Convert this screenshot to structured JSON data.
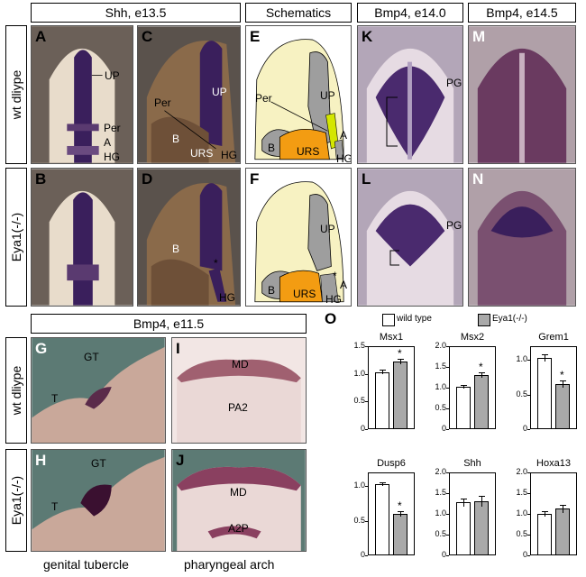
{
  "headers": {
    "shh": "Shh, e13.5",
    "schematics": "Schematics",
    "bmp4_e14": "Bmp4, e14.0",
    "bmp4_e145": "Bmp4, e14.5",
    "bmp4_e115": "Bmp4, e11.5"
  },
  "row_labels": {
    "wt_top": "wt dliype",
    "ko_top": "Eya1(-/-)",
    "wt_bottom": "wt dliype",
    "ko_bottom": "Eya1(-/-)"
  },
  "panels": {
    "A": {
      "letter": "A",
      "labels": [
        "UP",
        "Per",
        "A",
        "HG"
      ]
    },
    "B": {
      "letter": "B"
    },
    "C": {
      "letter": "C",
      "labels": [
        "UP",
        "Per",
        "B",
        "URS",
        "HG"
      ]
    },
    "D": {
      "letter": "D",
      "labels": [
        "B",
        "*",
        "HG"
      ]
    },
    "E": {
      "letter": "E",
      "labels": [
        "Per",
        "UP",
        "B",
        "URS",
        "A",
        "HG"
      ]
    },
    "F": {
      "letter": "F",
      "labels": [
        "UP",
        "*",
        "A",
        "B",
        "URS",
        "HG"
      ]
    },
    "K": {
      "letter": "K",
      "labels": [
        "PG"
      ]
    },
    "L": {
      "letter": "L",
      "labels": [
        "PG"
      ]
    },
    "M": {
      "letter": "M"
    },
    "N": {
      "letter": "N"
    },
    "G": {
      "letter": "G",
      "labels": [
        "GT",
        "T"
      ]
    },
    "H": {
      "letter": "H",
      "labels": [
        "GT",
        "T"
      ]
    },
    "I": {
      "letter": "I",
      "labels": [
        "MD",
        "PA2"
      ]
    },
    "J": {
      "letter": "J",
      "labels": [
        "MD",
        "A2P"
      ]
    }
  },
  "captions": {
    "left": "genital tubercle",
    "right": "pharyngeal arch"
  },
  "legend": {
    "panel_letter": "O",
    "wt": "wild type",
    "ko": "Eya1(-/-)"
  },
  "colors": {
    "wt_bar": "#ffffff",
    "ko_bar": "#a9a9a9",
    "stain": "#3a1f5c",
    "tissue": "#d8c9b8",
    "urs": "#f39c12",
    "schematic_bg": "#f7f2c2",
    "schematic_grey": "#9e9e9e",
    "yellow_green": "#d4e600"
  },
  "chart_data": [
    {
      "type": "bar",
      "title": "Msx1",
      "categories": [
        "wild type",
        "Eya1(-/-)"
      ],
      "values": [
        1.03,
        1.22
      ],
      "errors": [
        0.04,
        0.05
      ],
      "significant": [
        false,
        true
      ],
      "ylim": [
        0,
        1.5
      ],
      "yticks": [
        0,
        0.5,
        1.0,
        1.5
      ],
      "ytick_labels": [
        "0",
        "0.5",
        "1.0",
        "1.5"
      ]
    },
    {
      "type": "bar",
      "title": "Msx2",
      "categories": [
        "wild type",
        "Eya1(-/-)"
      ],
      "values": [
        1.02,
        1.3
      ],
      "errors": [
        0.04,
        0.06
      ],
      "significant": [
        false,
        true
      ],
      "ylim": [
        0,
        2.0
      ],
      "yticks": [
        0,
        0.5,
        1.0,
        1.5,
        2.0
      ],
      "ytick_labels": [
        "0",
        "0.5",
        "1.0",
        "1.5",
        "2.0"
      ]
    },
    {
      "type": "bar",
      "title": "Grem1",
      "categories": [
        "wild type",
        "Eya1(-/-)"
      ],
      "values": [
        1.03,
        0.65
      ],
      "errors": [
        0.05,
        0.05
      ],
      "significant": [
        false,
        true
      ],
      "ylim": [
        0,
        1.2
      ],
      "yticks": [
        0,
        0.5,
        1.0
      ],
      "ytick_labels": [
        "0",
        "0.5",
        "1.0"
      ]
    },
    {
      "type": "bar",
      "title": "Dusp6",
      "categories": [
        "wild type",
        "Eya1(-/-)"
      ],
      "values": [
        1.03,
        0.6
      ],
      "errors": [
        0.03,
        0.04
      ],
      "significant": [
        false,
        true
      ],
      "ylim": [
        0,
        1.2
      ],
      "yticks": [
        0,
        0.5,
        1.0
      ],
      "ytick_labels": [
        "0",
        "0.5",
        "1.0"
      ]
    },
    {
      "type": "bar",
      "title": "Shh",
      "categories": [
        "wild type",
        "Eya1(-/-)"
      ],
      "values": [
        1.28,
        1.3
      ],
      "errors": [
        0.1,
        0.13
      ],
      "significant": [
        false,
        false
      ],
      "ylim": [
        0,
        2.0
      ],
      "yticks": [
        0,
        0.5,
        1.0,
        1.5,
        2.0
      ],
      "ytick_labels": [
        "0",
        "0.5",
        "1.0",
        "1.5",
        "2.0"
      ]
    },
    {
      "type": "bar",
      "title": "Hoxa13",
      "categories": [
        "wild type",
        "Eya1(-/-)"
      ],
      "values": [
        1.0,
        1.12
      ],
      "errors": [
        0.06,
        0.1
      ],
      "significant": [
        false,
        false
      ],
      "ylim": [
        0,
        2.0
      ],
      "yticks": [
        0,
        0.5,
        1.0,
        1.5,
        2.0
      ],
      "ytick_labels": [
        "0",
        "0.5",
        "1.0",
        "1.5",
        "2.0"
      ]
    }
  ]
}
